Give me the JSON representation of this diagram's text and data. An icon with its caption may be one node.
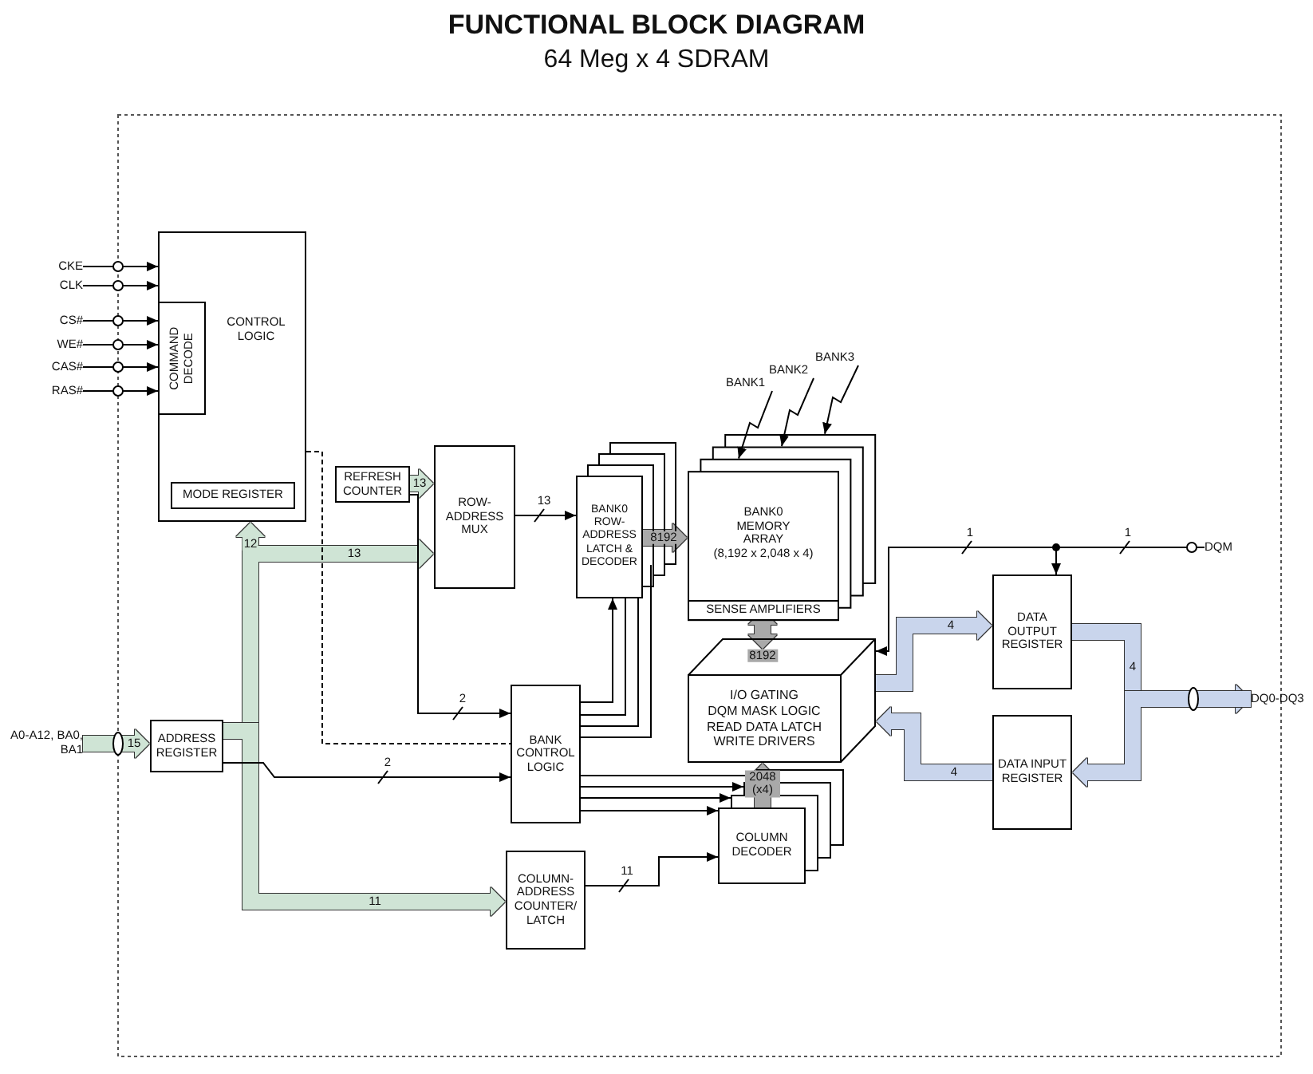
{
  "diagram": {
    "title": "FUNCTIONAL BLOCK DIAGRAM",
    "nodes": [
      {
        "text": [
          "CONTROL LOGIC"
        ]
      },
      {
        "text": [
          "COMMAND DECODE"
        ],
        "in": 0
      },
      {
        "text": [
          "MODE REGISTER"
        ],
        "in": 0
      },
      {
        "text": [
          "CKE"
        ]
      },
      {
        "text": [
          "CLK"
        ]
      },
      {
        "text": [
          "CS#"
        ]
      },
      {
        "text": [
          "WE#"
        ]
      },
      {
        "text": [
          "CAS#"
        ]
      },
      {
        "text": [
          "RAS#"
        ]
      },
      {
        "text": [
          "BANK1"
        ]
      },
      {
        "text": [
          "BANK2"
        ]
      },
      {
        "text": [
          "BANK3"
        ]
      },
      {
        "text": [
          "REFRESH COUNTER"
        ]
      },
      {
        "text": [
          "ROW- ADDRESS MUX"
        ]
      },
      {
        "text": [
          "BANK0 ROW- ADDRESS LATCH & DECODER"
        ]
      },
      {
        "text": [
          "BANK0 MEMORY ARRAY",
          "(8,192 x 2,048 x 4)"
        ]
      },
      {
        "text": [
          "SENSE AMPLIFIERS"
        ],
        "in": 15
      },
      {
        "text": [
          "DQM"
        ]
      },
      {
        "text": [
          "DATA OUTPUT REGISTER"
        ]
      },
      {
        "text": [
          "I/O GATING",
          "DQM MASK LOGIC",
          "READ DATA LATCH",
          "WRITE DRIVERS"
        ]
      },
      {
        "text": [
          "BANK CONTROL LOGIC"
        ]
      },
      {
        "text": [
          "DQ0-DQ3"
        ]
      },
      {
        "text": [
          "A0-A12, BA0, BA1"
        ]
      },
      {
        "text": [
          "ADDRESS REGISTER"
        ]
      },
      {
        "text": [
          "DATA INPUT REGISTER"
        ]
      },
      {
        "text": [
          "COLUMN DECODER"
        ]
      },
      {
        "text": [
          "COLUMN- ADDRESS COUNTER/ LATCH"
        ]
      }
    ],
    "edges": [
      {
        "from": 3,
        "to": 0,
        "arrow": "to"
      },
      {
        "from": 4,
        "to": 0,
        "arrow": "to"
      },
      {
        "from": 5,
        "to": 1,
        "arrow": "to"
      },
      {
        "from": 6,
        "to": 1,
        "arrow": "to"
      },
      {
        "from": 7,
        "to": 1,
        "arrow": "to"
      },
      {
        "from": 8,
        "to": 1,
        "arrow": "to"
      },
      {
        "from": 22,
        "to": 23,
        "arrow": "to",
        "label": "15",
        "style": "thick",
        "color": "#cfe4d5"
      },
      {
        "from": 23,
        "to": 0,
        "arrow": "to",
        "label": "12",
        "style": "thick",
        "color": "#cfe4d5"
      },
      {
        "from": 23,
        "to": 13,
        "arrow": "to",
        "label": "13",
        "style": "thick",
        "color": "#cfe4d5"
      },
      {
        "from": 23,
        "to": 26,
        "arrow": "to",
        "label": "11",
        "style": "thick",
        "color": "#cfe4d5"
      },
      {
        "from": 23,
        "to": 20,
        "arrow": "to",
        "label": "2"
      },
      {
        "from": 12,
        "to": 13,
        "arrow": "to",
        "label": "13",
        "style": "thick",
        "color": "#cfe4d5"
      },
      {
        "from": 12,
        "to": 20,
        "arrow": "to",
        "label": "2"
      },
      {
        "from": 0,
        "to": 20,
        "arrow": "none",
        "style": "dashed"
      },
      {
        "from": 13,
        "to": 14,
        "arrow": "to",
        "label": "13"
      },
      {
        "from": 20,
        "to": 14,
        "arrow": "to"
      },
      {
        "from": 14,
        "to": 15,
        "arrow": "to",
        "label": "8192",
        "style": "thick",
        "color": "#a9a9a9"
      },
      {
        "from": 16,
        "to": 19,
        "arrow": "both",
        "label": "8192",
        "style": "thick",
        "color": "#a9a9a9"
      },
      {
        "from": 25,
        "to": 19,
        "arrow": "to",
        "label": "2048 (x4)",
        "style": "thick",
        "color": "#a9a9a9"
      },
      {
        "from": 20,
        "to": 25,
        "arrow": "to"
      },
      {
        "from": 26,
        "to": 25,
        "arrow": "to",
        "label": "11"
      },
      {
        "from": 17,
        "to": 18,
        "arrow": "to",
        "label": "1"
      },
      {
        "from": 17,
        "to": 19,
        "arrow": "to",
        "label": "1"
      },
      {
        "from": 19,
        "to": 18,
        "arrow": "to",
        "label": "4",
        "style": "thick",
        "color": "#c9d5ec"
      },
      {
        "from": 24,
        "to": 19,
        "arrow": "to",
        "label": "4",
        "style": "thick",
        "color": "#c9d5ec"
      },
      {
        "from": 18,
        "to": 21,
        "arrow": "to",
        "label": "4",
        "style": "thick",
        "color": "#c9d5ec"
      },
      {
        "from": 21,
        "to": 24,
        "arrow": "to",
        "style": "thick",
        "color": "#c9d5ec"
      },
      {
        "from": 9,
        "to": 15,
        "arrow": "to"
      },
      {
        "from": 10,
        "to": 15,
        "arrow": "to"
      },
      {
        "from": 11,
        "to": 15,
        "arrow": "to"
      },
      {
        "from": 20,
        "to": 14,
        "arrow": "none"
      },
      {
        "from": 20,
        "to": 14,
        "arrow": "none"
      },
      {
        "from": 20,
        "to": 14,
        "arrow": "none"
      },
      {
        "from": 20,
        "to": 25,
        "arrow": "to"
      },
      {
        "from": 20,
        "to": 25,
        "arrow": "to"
      },
      {
        "from": 20,
        "to": 25,
        "arrow": "to"
      }
    ],
    "labels": [
      "64 Meg x 4 SDRAM"
    ]
  }
}
